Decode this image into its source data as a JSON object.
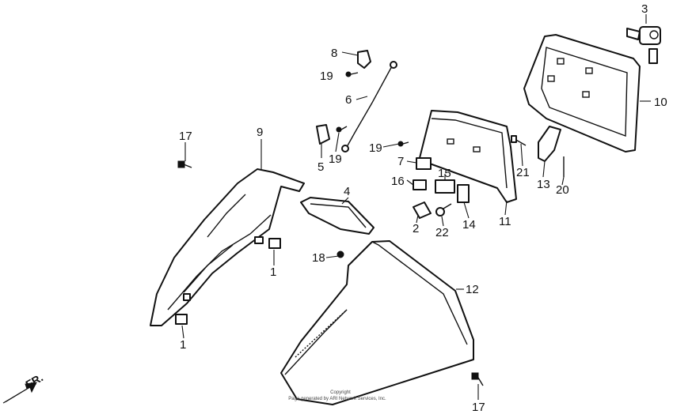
{
  "callouts": {
    "n1a": "1",
    "n1b": "1",
    "n2": "2",
    "n3": "3",
    "n4": "4",
    "n5": "5",
    "n6": "6",
    "n7": "7",
    "n8": "8",
    "n9": "9",
    "n10": "10",
    "n11": "11",
    "n12": "12",
    "n13": "13",
    "n14": "14",
    "n15": "15",
    "n16": "16",
    "n17a": "17",
    "n17b": "17",
    "n18": "18",
    "n19a": "19",
    "n19b": "19",
    "n19c": "19",
    "n20": "20",
    "n21": "21",
    "n22": "22"
  },
  "direction_label": "FR.",
  "copyright": {
    "line1": "Copyright",
    "line2": "Page generated by ARI Network Services, Inc."
  }
}
